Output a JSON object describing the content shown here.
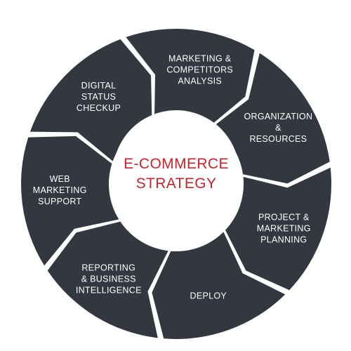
{
  "diagram": {
    "center": {
      "lines": [
        "E-COMMERCE",
        "STRATEGY"
      ]
    },
    "segments": [
      {
        "lines": [
          "MARKETING &",
          "COMPETITORS",
          "ANALYSIS"
        ]
      },
      {
        "lines": [
          "ORGANIZATION",
          "&",
          "RESOURCES"
        ]
      },
      {
        "lines": [
          "PROJECT &",
          "MARKETING",
          "PLANNING"
        ]
      },
      {
        "lines": [
          "DEPLOY"
        ]
      },
      {
        "lines": [
          "REPORTING",
          "& BUSINESS",
          "INTELLIGENCE"
        ]
      },
      {
        "lines": [
          "WEB",
          "MARKETING",
          "SUPPORT"
        ]
      },
      {
        "lines": [
          "DIGITAL",
          "STATUS",
          "CHECKUP"
        ]
      }
    ]
  },
  "colors": {
    "segment_fill": "#33373f",
    "background": "#ffffff",
    "center_fill": "#ffffff",
    "center_text": "#c1272d",
    "segment_text": "#ffffff"
  }
}
